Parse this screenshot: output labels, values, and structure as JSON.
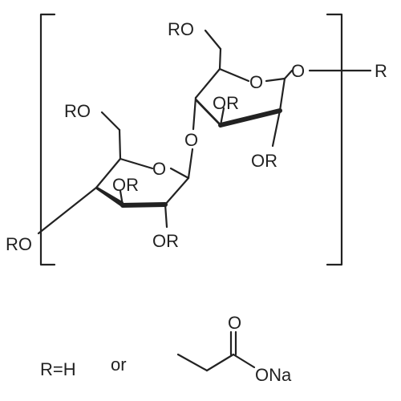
{
  "structure": {
    "residue_top": {
      "o6_label": "RO",
      "ring_o_label": "O",
      "glycosidic_o_label": "O",
      "o3_label": "OR",
      "o2_label": "OR"
    },
    "residue_bottom": {
      "o6_label": "RO",
      "ring_o_label": "O",
      "o3_label": "OR",
      "o2_label": "OR"
    },
    "linkage_o_label": "O",
    "chain_end_label": "RO",
    "end_group_label": "R"
  },
  "legend": {
    "r_definition": "R=H",
    "or_word": "or",
    "carbonyl_o_label": "O",
    "salt_label": "ONa"
  }
}
